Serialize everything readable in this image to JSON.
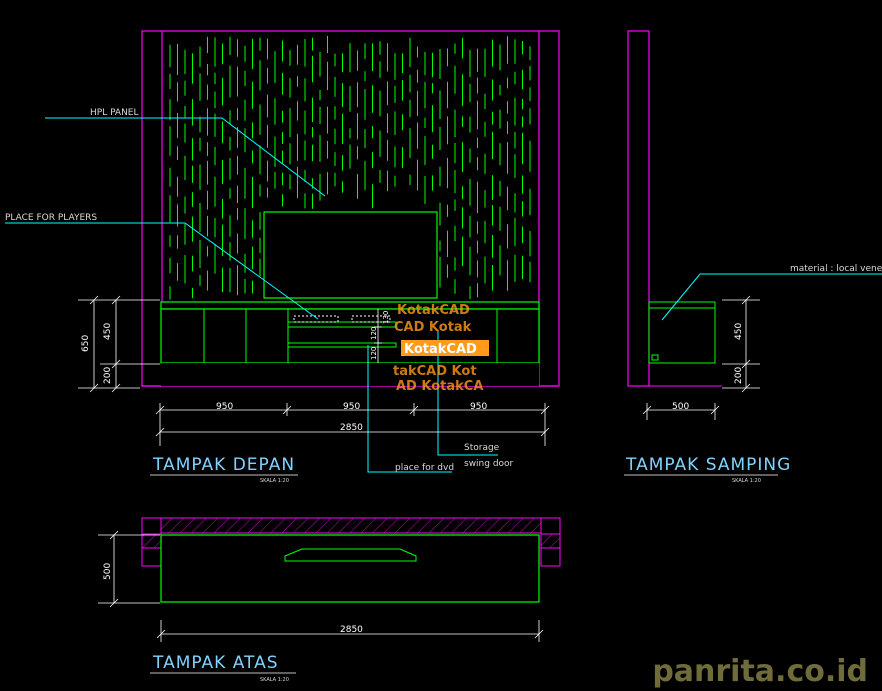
{
  "front_view": {
    "title": "TAMPAK DEPAN",
    "scale": "SKALA 1:20",
    "notes": {
      "hpl_panel": "HPL PANEL",
      "place_for_players": "PLACE FOR PLAYERS",
      "place_for_dvd": "place for dvd",
      "storage_line1": "Storage",
      "storage_line2": "swing door"
    },
    "dims": {
      "w1": "950",
      "w2": "950",
      "w3": "950",
      "total": "2850",
      "h_total": "650",
      "h_cabinet": "450",
      "h_plinth": "200",
      "shelf_a": "130",
      "shelf_b": "120",
      "shelf_c": "120"
    }
  },
  "side_view": {
    "title": "TAMPAK SAMPING",
    "scale": "SKALA 1:20",
    "note": "material : local vene",
    "dims": {
      "h_cabinet": "450",
      "h_plinth": "200",
      "depth": "500"
    }
  },
  "top_view": {
    "title": "TAMPAK ATAS",
    "scale": "SKALA 1:20",
    "dims": {
      "depth": "500",
      "total": "2850"
    }
  },
  "watermarks": [
    "KotakCAD",
    "CAD Kotak",
    "KotakCAD",
    "takCAD Kot",
    "AD KotakCA"
  ],
  "brand": "panrita.co.id",
  "colors": {
    "magenta": "#ff00ff",
    "green": "#00ff00",
    "cyan": "#00ffff",
    "white": "#ffffff",
    "background": "#000000"
  }
}
